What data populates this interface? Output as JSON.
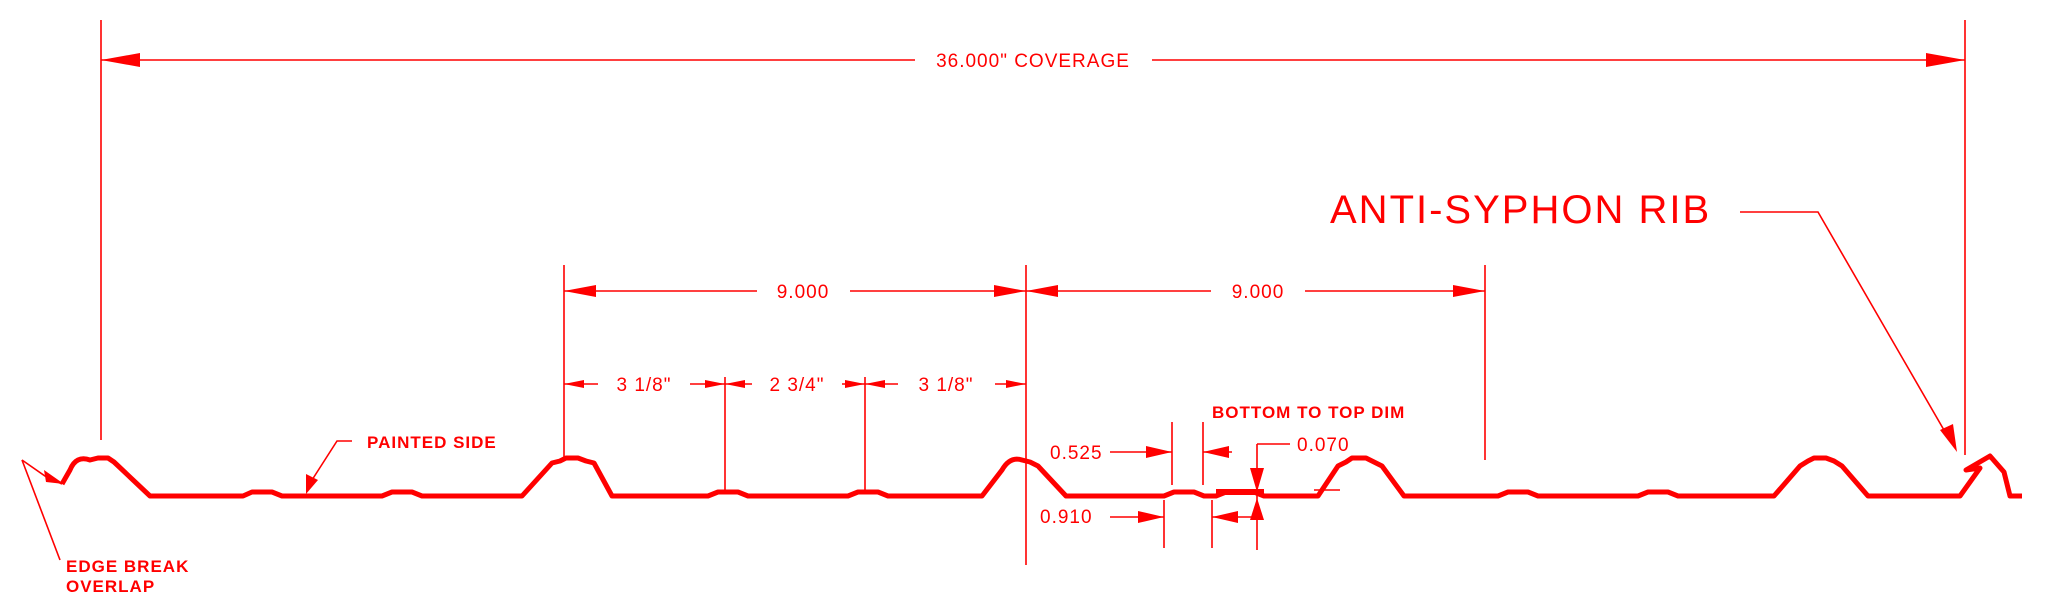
{
  "labels": {
    "coverage": "36.000\" COVERAGE",
    "anti_syphon_rib": "ANTI-SYPHON RIB",
    "painted_side": "PAINTED SIDE",
    "edge_break_line1": "EDGE BREAK",
    "edge_break_line2": "OVERLAP",
    "bottom_to_top_dim": "BOTTOM TO TOP DIM"
  },
  "dimensions": {
    "rib_spacing_left": "9.000",
    "rib_spacing_right": "9.000",
    "segment_left": "3 1/8\"",
    "segment_middle": "2 3/4\"",
    "segment_right": "3 1/8\"",
    "dim_0525": "0.525",
    "dim_0070": "0.070",
    "dim_0910": "0.910"
  },
  "colors": {
    "line": "#ff0000",
    "background": "#ffffff"
  }
}
